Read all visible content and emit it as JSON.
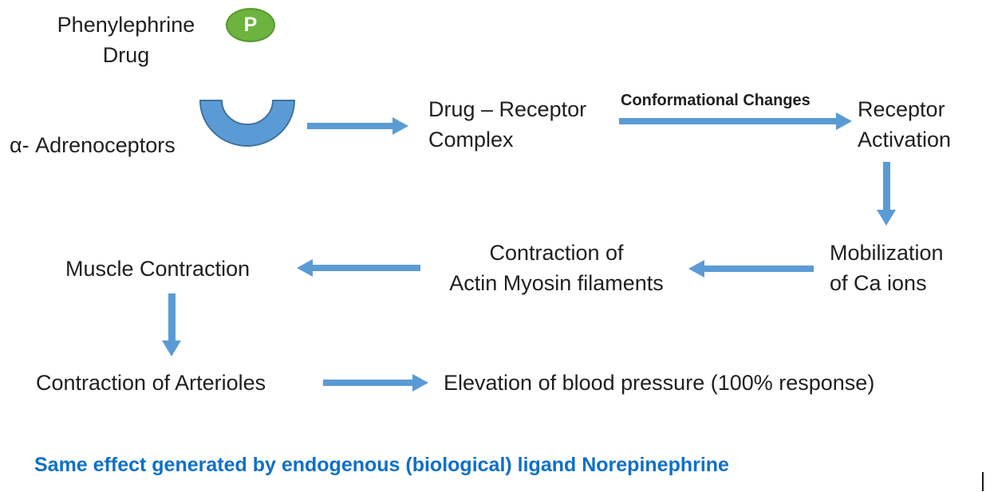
{
  "diagram": {
    "drug": {
      "line1": "Phenylephrine",
      "line2": "Drug",
      "badge": "P"
    },
    "adrenoceptors_label": "α- Adrenoceptors",
    "complex": {
      "line1": "Drug – Receptor",
      "line2": "Complex"
    },
    "conformational_changes_label": "Conformational Changes",
    "activation": {
      "line1": "Receptor",
      "line2": "Activation"
    },
    "mobilization": {
      "line1": "Mobilization",
      "line2": "of Ca ions"
    },
    "actin": {
      "line1": "Contraction of",
      "line2": "Actin Myosin filaments"
    },
    "muscle_label": "Muscle Contraction",
    "arterioles_label": "Contraction of Arterioles",
    "elevation_label": "Elevation of blood pressure (100% response)",
    "footnote": "Same effect generated by endogenous (biological) ligand Norepinephrine"
  },
  "colors": {
    "arrow": "#5B9BD5",
    "receptor_fill": "#5B9BD5",
    "receptor_stroke": "#41719C",
    "badge_fill": "#6CB33F",
    "badge_stroke": "#559A2B",
    "footnote": "#0F70C7",
    "ink": "#1f1f1f"
  }
}
